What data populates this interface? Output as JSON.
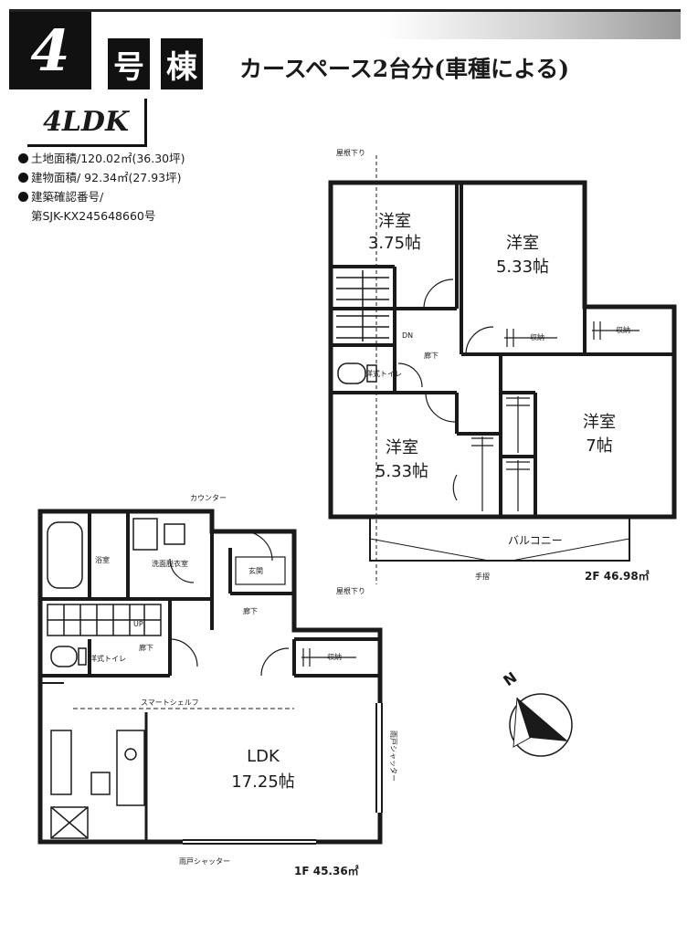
{
  "header": {
    "building_number": "4",
    "building_kanji_1": "号",
    "building_kanji_2": "棟",
    "car_space": "カースペース2台分(車種による)",
    "layout_type": "4LDK"
  },
  "info": {
    "land_area": "土地面積/120.02㎡(36.30坪)",
    "building_area": "建物面積/ 92.34㎡(27.93坪)",
    "cert_label": "建築確認番号/",
    "cert_number": "第SJK-KX245648660号"
  },
  "floor2": {
    "room_tl_name": "洋室",
    "room_tl_size": "3.75帖",
    "room_tr_name": "洋室",
    "room_tr_size": "5.33帖",
    "room_bl_name": "洋室",
    "room_bl_size": "5.33帖",
    "room_r_name": "洋室",
    "room_r_size": "7帖",
    "dn": "DN",
    "hall": "廊下",
    "toilet": "洋式トイレ",
    "storage": "収納",
    "balcony": "バルコニー",
    "handrail": "手摺",
    "eave_top": "屋根下り",
    "eave_bottom": "屋根下り",
    "area_label": "2F 46.98㎡"
  },
  "floor1": {
    "ldk_name": "LDK",
    "ldk_size": "17.25帖",
    "bath": "浴室",
    "wash": "洗面脱衣室",
    "counter": "カウンター",
    "hall": "廊下",
    "toilet": "洋式トイレ",
    "storage": "収納",
    "up": "UP",
    "smart_shelf": "スマートシェルフ",
    "shutter_bottom": "雨戸シャッター",
    "shutter_right": "雨戸シャッター",
    "entrance": "玄関",
    "area_label": "1F 45.36㎡"
  },
  "compass": {
    "north": "N"
  },
  "colors": {
    "line": "#1a1a1a",
    "accent": "#111111"
  }
}
